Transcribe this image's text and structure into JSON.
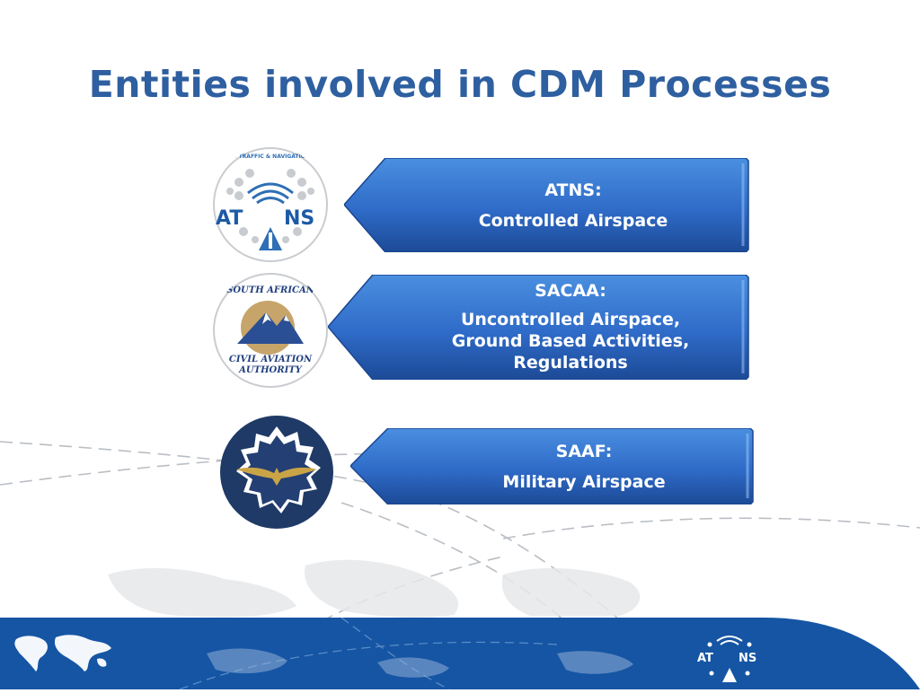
{
  "slide": {
    "title": "Entities involved in CDM Processes"
  },
  "entities": [
    {
      "logo": "atns-logo",
      "logo_text": {
        "arc": "AIR TRAFFIC & NAVIGATION SERVICES",
        "left": "AT",
        "right": "NS"
      },
      "heading": "ATNS:",
      "lines": [
        "Controlled Airspace"
      ]
    },
    {
      "logo": "sacaa-logo",
      "logo_text": {
        "top": "SOUTH AFRICAN",
        "bottom1": "CIVIL AVIATION",
        "bottom2": "AUTHORITY"
      },
      "heading": "SACAA:",
      "lines": [
        "Uncontrolled Airspace,",
        "Ground Based Activities,",
        "Regulations"
      ]
    },
    {
      "logo": "saaf-logo",
      "heading": "SAAF:",
      "lines": [
        "Military Airspace"
      ]
    }
  ],
  "footer": {
    "logo_left": "AT",
    "logo_right": "NS"
  },
  "colors": {
    "title": "#2e5fa0",
    "callout_fill": "#2f6bc8",
    "callout_dark": "#1c4a96",
    "footer_band": "#1555a4",
    "saaf_navy": "#1f3a66",
    "saaf_gold": "#c9a447"
  }
}
